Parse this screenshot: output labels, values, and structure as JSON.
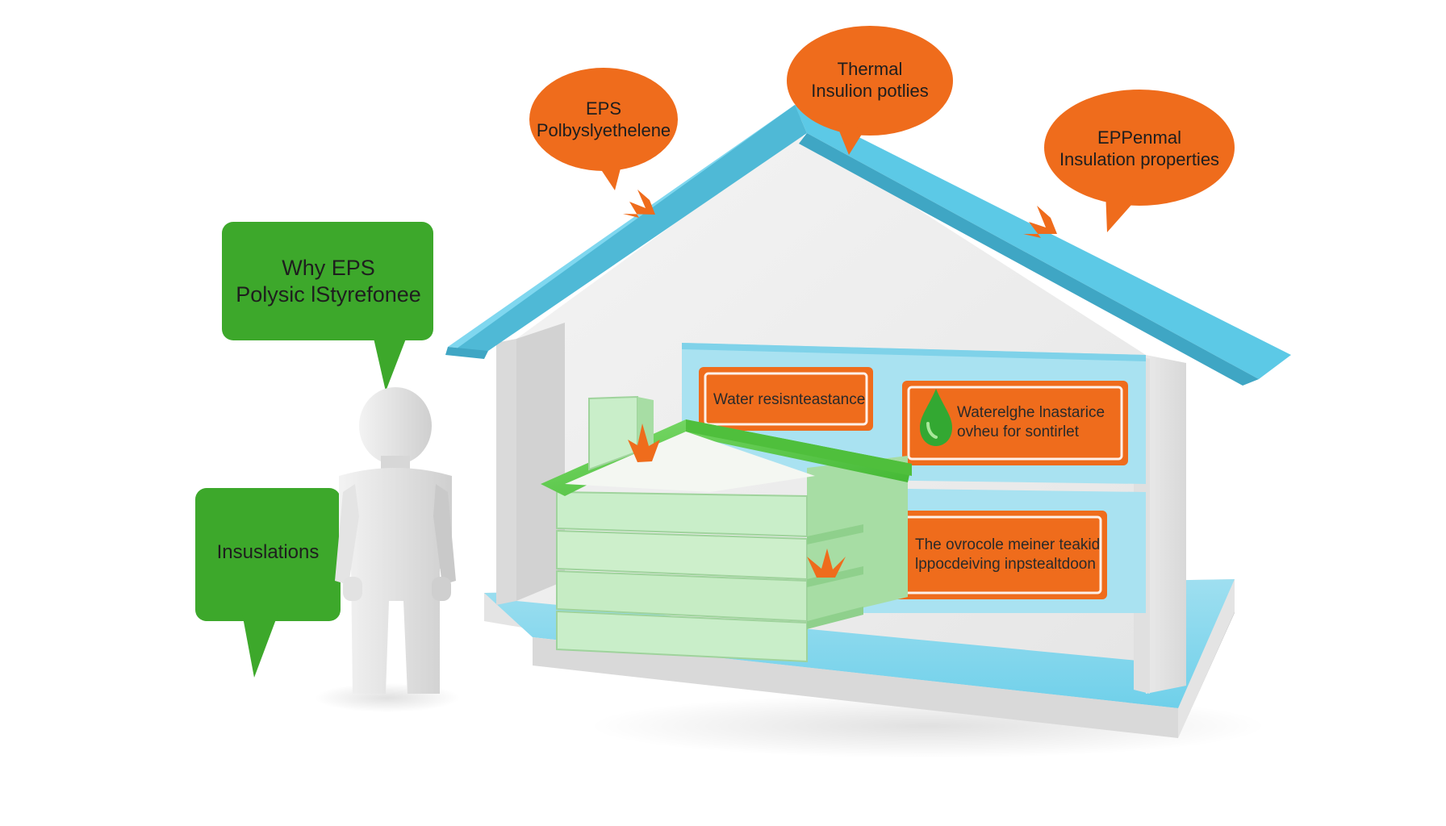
{
  "bubbles": {
    "eps": {
      "line1": "EPS",
      "line2": "Polbyslyethelene"
    },
    "thermal": {
      "line1": "Thermal",
      "line2": "Insulion potlies"
    },
    "epp": {
      "line1": "EPPenmal",
      "line2": "Insulation properties"
    },
    "why": {
      "line1": "Why EPS",
      "line2": "Polysic lStyrefonee"
    },
    "insulations": {
      "line1": "Insuslations"
    }
  },
  "panels": {
    "water": {
      "line1": "Water resisnteastance"
    },
    "watertight": {
      "line1": "Waterelghe lnastarice",
      "line2": "ovheu for sontirlet"
    },
    "moisture": {
      "line1": "The ovrocole meiner teakid",
      "line2": "lppocdeiving inpstealtdoon"
    }
  },
  "icons": {
    "green_drop": "water-drop-green-icon",
    "blue_drop": "water-drop-blue-icon"
  },
  "colors": {
    "orange": "#ef6c1c",
    "green": "#3da82b",
    "roof_blue": "#5cc9e6",
    "foam_green": "#c9eec9",
    "wall_grey": "#eeeeee"
  }
}
